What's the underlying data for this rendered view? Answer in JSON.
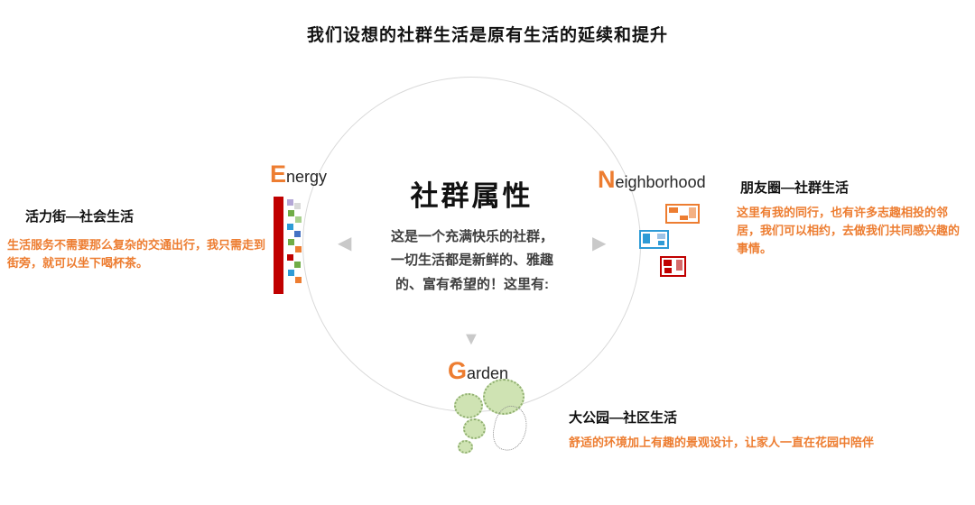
{
  "title": "我们设想的社群生活是原有生活的延续和提升",
  "center": {
    "heading": "社群属性",
    "body": "这是一个充满快乐的社群，\n一切生活都是新鲜的、雅趣\n的、富有希望的！这里有:"
  },
  "icons": {
    "left_arrow": "◀",
    "right_arrow": "▶",
    "down_arrow": "▼"
  },
  "energy": {
    "initial": "E",
    "rest": "nergy",
    "label": "活力街—社会生活",
    "desc": "生活服务不需要那么复杂的交通出行，我只需走到街旁，就可以坐下喝杯茶。"
  },
  "neighborhood": {
    "initial": "N",
    "rest": "eighborhood",
    "label": "朋友圈—社群生活",
    "desc": "这里有我的同行，也有许多志趣相投的邻居，我们可以相约，去做我们共同感兴趣的事情。"
  },
  "garden": {
    "initial": "G",
    "rest": "arden",
    "label": "大公园—社区生活",
    "desc": "舒适的环境加上有趣的景观设计，让家人一直在花园中陪伴"
  },
  "colors": {
    "accent_orange": "#ED7D31",
    "red": "#C00000",
    "blue": "#2E9BD6",
    "garden_green": "#CFE3B3",
    "arrow_gray": "#C9C9C9"
  }
}
